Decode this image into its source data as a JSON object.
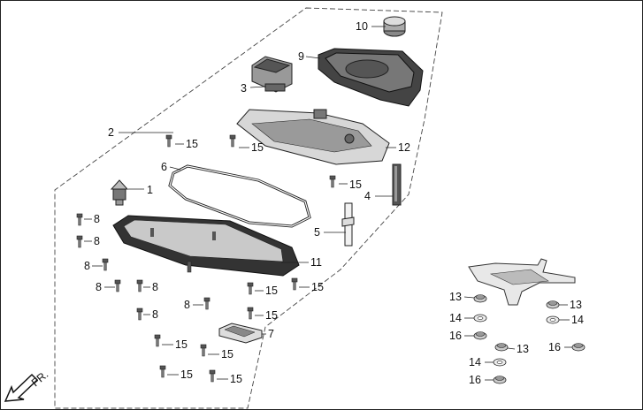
{
  "direction": {
    "label": "FR.",
    "icon": "arrow-front-icon"
  },
  "callouts": [
    {
      "id": "c1",
      "text": "1"
    },
    {
      "id": "c2",
      "text": "2"
    },
    {
      "id": "c3",
      "text": "3"
    },
    {
      "id": "c4",
      "text": "4"
    },
    {
      "id": "c5",
      "text": "5"
    },
    {
      "id": "c6",
      "text": "6"
    },
    {
      "id": "c7",
      "text": "7"
    },
    {
      "id": "c8a",
      "text": "8"
    },
    {
      "id": "c8b",
      "text": "8"
    },
    {
      "id": "c8c",
      "text": "8"
    },
    {
      "id": "c8d",
      "text": "8"
    },
    {
      "id": "c8e",
      "text": "8"
    },
    {
      "id": "c8f",
      "text": "8"
    },
    {
      "id": "c8g",
      "text": "8"
    },
    {
      "id": "c9",
      "text": "9"
    },
    {
      "id": "c10",
      "text": "10"
    },
    {
      "id": "c11",
      "text": "11"
    },
    {
      "id": "c12",
      "text": "12"
    },
    {
      "id": "c13a",
      "text": "13"
    },
    {
      "id": "c13b",
      "text": "13"
    },
    {
      "id": "c13c",
      "text": "13"
    },
    {
      "id": "c14a",
      "text": "14"
    },
    {
      "id": "c14b",
      "text": "14"
    },
    {
      "id": "c14c",
      "text": "14"
    },
    {
      "id": "c15a",
      "text": "15"
    },
    {
      "id": "c15b",
      "text": "15"
    },
    {
      "id": "c15c",
      "text": "15"
    },
    {
      "id": "c15d",
      "text": "15"
    },
    {
      "id": "c15e",
      "text": "15"
    },
    {
      "id": "c15f",
      "text": "15"
    },
    {
      "id": "c15g",
      "text": "15"
    },
    {
      "id": "c15h",
      "text": "15"
    },
    {
      "id": "c15i",
      "text": "15"
    },
    {
      "id": "c15j",
      "text": "15"
    },
    {
      "id": "c16a",
      "text": "16"
    },
    {
      "id": "c16b",
      "text": "16"
    },
    {
      "id": "c16c",
      "text": "16"
    }
  ]
}
